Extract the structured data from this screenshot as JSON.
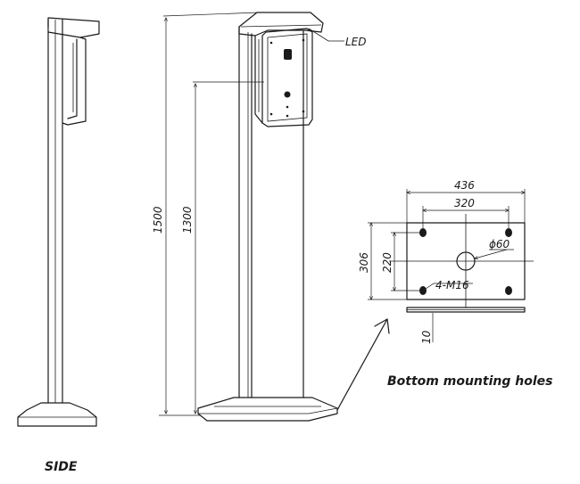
{
  "labels": {
    "led": "LED",
    "side": "SIDE",
    "bottom_holes": "Bottom mounting holes",
    "hole_spec": "4-M16",
    "center_hole": "ϕ60"
  },
  "dimensions": {
    "total_height": "1500",
    "panel_height": "1300",
    "base_width": "436",
    "hole_spacing_x": "320",
    "base_depth": "306",
    "hole_spacing_y": "220",
    "base_thickness": "10"
  },
  "colors": {
    "line": "#1a1a1a",
    "background": "#ffffff"
  },
  "icons": {
    "led_indicator": "led-dot-icon",
    "arrow": "arrow-icon"
  }
}
